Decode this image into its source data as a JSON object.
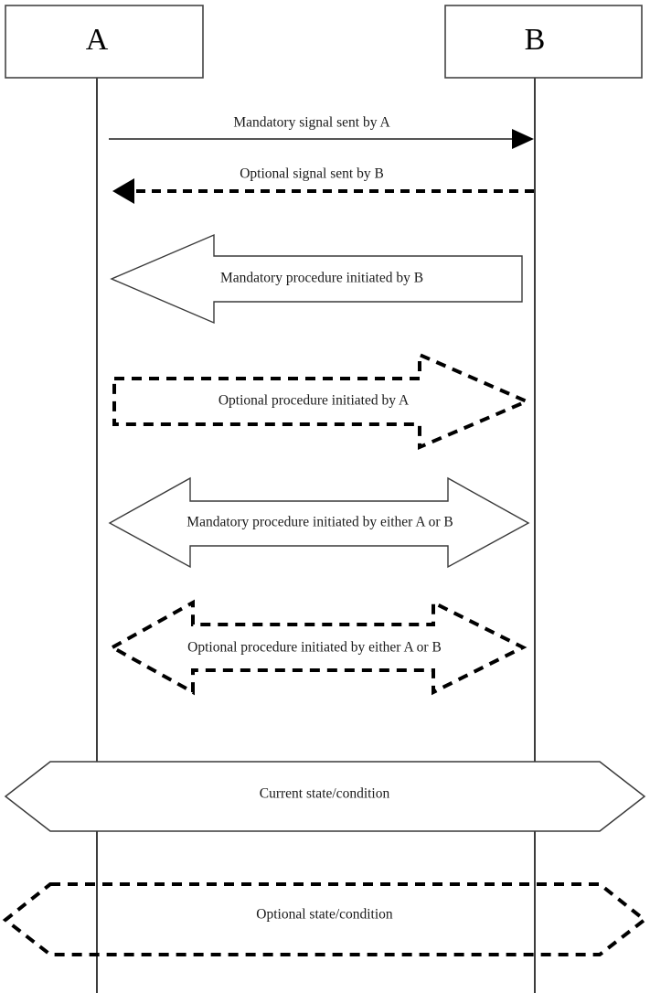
{
  "diagram": {
    "kind": "sequence-diagram-legend",
    "background_color": "#ffffff",
    "line_color": "#000000",
    "actors": [
      {
        "id": "A",
        "label": "A"
      },
      {
        "id": "B",
        "label": "B"
      }
    ],
    "messages": [
      {
        "id": "mandatory-signal",
        "label": "Mandatory signal sent by A",
        "style": "solid",
        "shape": "thin-arrow",
        "direction": "a-to-b"
      },
      {
        "id": "optional-signal",
        "label": "Optional signal sent by B",
        "style": "dashed",
        "shape": "thin-arrow",
        "direction": "b-to-a"
      },
      {
        "id": "mandatory-procedure-b",
        "label": "Mandatory procedure initiated by B",
        "style": "solid",
        "shape": "block-arrow",
        "direction": "b-to-a"
      },
      {
        "id": "optional-procedure-a",
        "label": "Optional procedure initiated by A",
        "style": "dashed",
        "shape": "block-arrow",
        "direction": "a-to-b"
      },
      {
        "id": "mandatory-procedure-either",
        "label": "Mandatory procedure initiated by either A or B",
        "style": "solid",
        "shape": "block-arrow",
        "direction": "bidirectional"
      },
      {
        "id": "optional-procedure-either",
        "label": "Optional procedure initiated by either A or B",
        "style": "dashed",
        "shape": "block-arrow",
        "direction": "bidirectional"
      }
    ],
    "states": [
      {
        "id": "current-state",
        "label": "Current state/condition",
        "style": "solid",
        "shape": "hexagon"
      },
      {
        "id": "optional-state",
        "label": "Optional state/condition",
        "style": "dashed",
        "shape": "hexagon"
      }
    ]
  }
}
